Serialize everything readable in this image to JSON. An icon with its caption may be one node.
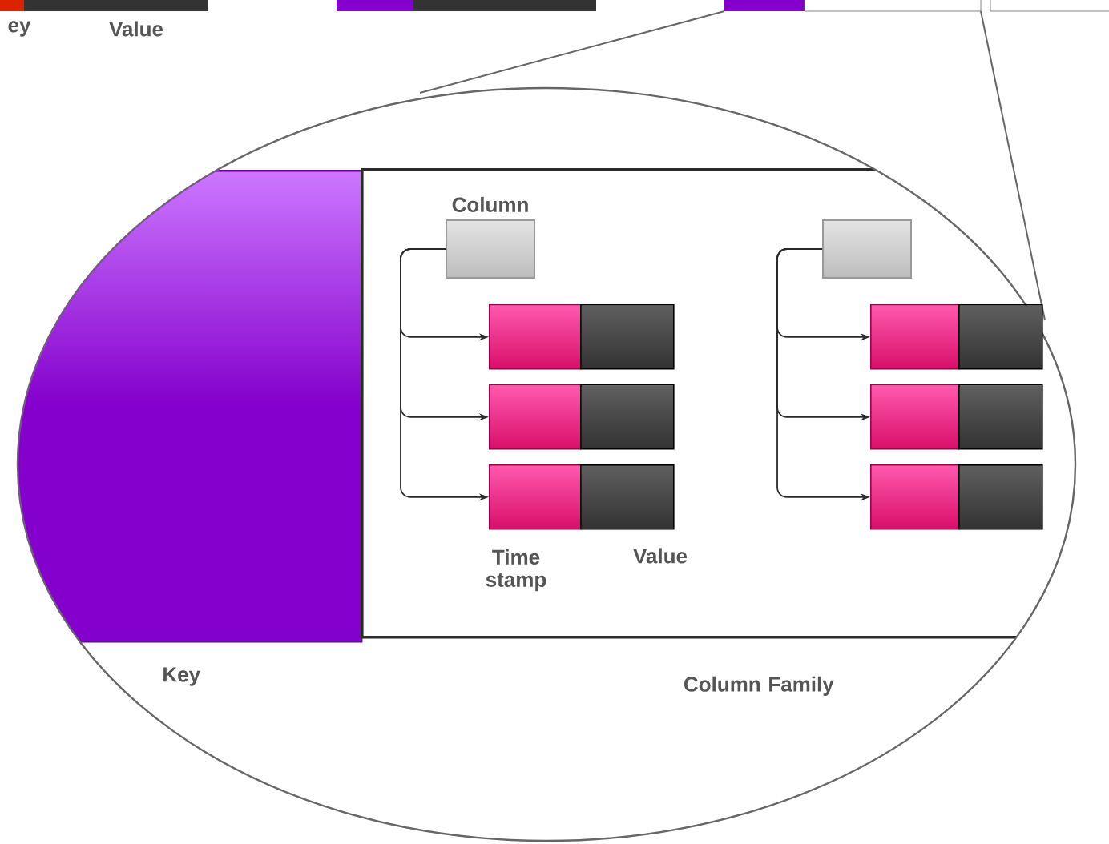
{
  "diagram": {
    "nodes": [
      {
        "text": [
          "Key"
        ]
      },
      {
        "text": [
          "Column Family"
        ]
      },
      {
        "text": [
          "Column"
        ],
        "in": 1
      },
      {
        "text": [],
        "shape": "box",
        "in": 1
      },
      {
        "text": [],
        "shape": "box",
        "in": 1
      },
      {
        "text": [],
        "shape": "box",
        "in": 1
      },
      {
        "text": [],
        "shape": "box",
        "in": 1
      },
      {
        "text": [],
        "shape": "box",
        "in": 1
      },
      {
        "text": [],
        "shape": "box",
        "in": 1
      },
      {
        "text": [],
        "shape": "box",
        "in": 1
      },
      {
        "text": [],
        "shape": "box",
        "in": 1
      },
      {
        "text": [],
        "shape": "box",
        "in": 1
      },
      {
        "text": [],
        "shape": "box",
        "in": 1
      },
      {
        "text": [],
        "shape": "box",
        "in": 1
      },
      {
        "text": [],
        "shape": "box",
        "in": 1
      },
      {
        "text": [],
        "shape": "box",
        "in": 1
      }
    ],
    "edges": [
      {
        "from": 2,
        "to": 3,
        "arrow": "to"
      },
      {
        "from": 2,
        "to": 5,
        "arrow": "to"
      },
      {
        "from": 2,
        "to": 7,
        "arrow": "to"
      },
      {
        "from": 9,
        "to": 10,
        "arrow": "to"
      },
      {
        "from": 9,
        "to": 12,
        "arrow": "to"
      },
      {
        "from": 9,
        "to": 14,
        "arrow": "to"
      }
    ],
    "labels": [
      "ey",
      "Value",
      "Time stamp",
      "Value"
    ]
  }
}
